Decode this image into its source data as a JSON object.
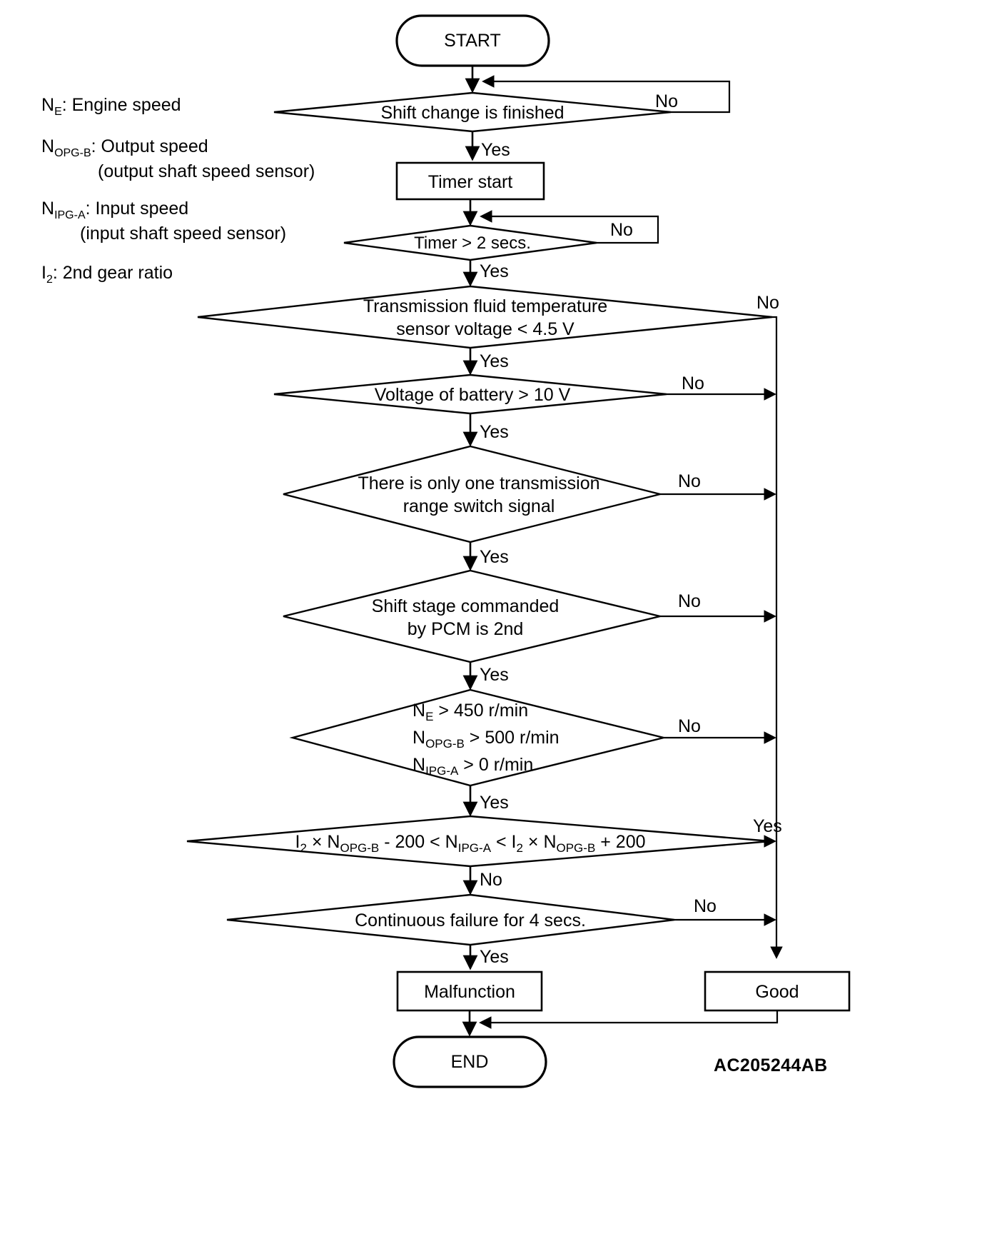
{
  "figure": {
    "code": "AC205244AB",
    "type": "flowchart"
  },
  "legend": {
    "items": [
      {
        "sym": "N",
        "sub": "E",
        "text": ": Engine speed",
        "cont": ""
      },
      {
        "sym": "N",
        "sub": "OPG-B",
        "text": ": Output speed",
        "cont": "(output shaft speed sensor)"
      },
      {
        "sym": "N",
        "sub": "IPG-A",
        "text": ": Input speed",
        "cont": "(input shaft speed sensor)"
      },
      {
        "sym": "I",
        "sub": "2",
        "text": ": 2nd gear ratio",
        "cont": ""
      }
    ]
  },
  "nodes": {
    "start": "START",
    "end": "END",
    "timer_start": "Timer start",
    "malfunction": "Malfunction",
    "good": "Good",
    "shift_change": "Shift change is finished",
    "timer_gt_2": "Timer > 2 secs.",
    "fluid_temp_l1": "Transmission fluid temperature",
    "fluid_temp_l2": "sensor voltage < 4.5 V",
    "battery": "Voltage of battery > 10 V",
    "range_switch_l1": "There is only one transmission",
    "range_switch_l2": "range switch signal",
    "shift_stage_l1": "Shift stage commanded",
    "shift_stage_l2": "by PCM is 2nd",
    "speeds_l1_a": "N",
    "speeds_l1_sub": "E",
    "speeds_l1_b": " > 450 r/min",
    "speeds_l2_a": "N",
    "speeds_l2_sub": "OPG-B",
    "speeds_l2_b": " > 500 r/min",
    "speeds_l3_a": "N",
    "speeds_l3_sub": "IPG-A",
    "speeds_l3_b": " > 0 r/min",
    "ratio_p1": "I",
    "ratio_p1s": "2",
    "ratio_p2": " × N",
    "ratio_p2s": "OPG-B",
    "ratio_p3": " - 200 < N",
    "ratio_p3s": "IPG-A",
    "ratio_p4": " < I",
    "ratio_p4s": "2",
    "ratio_p5": " × N",
    "ratio_p5s": "OPG-B",
    "ratio_p6": " + 200",
    "continuous_failure": "Continuous failure for 4 secs."
  },
  "branches": {
    "shift_change_no": "No",
    "shift_change_yes": "Yes",
    "timer_no": "No",
    "timer_yes": "Yes",
    "fluid_no": "No",
    "fluid_yes": "Yes",
    "battery_no": "No",
    "battery_yes": "Yes",
    "range_no": "No",
    "range_yes": "Yes",
    "stage_no": "No",
    "stage_yes": "Yes",
    "speeds_no": "No",
    "speeds_yes": "Yes",
    "ratio_yes": "Yes",
    "ratio_no": "No",
    "failure_no": "No",
    "failure_yes": "Yes"
  },
  "colors": {
    "stroke": "#000000",
    "background": "#ffffff"
  }
}
